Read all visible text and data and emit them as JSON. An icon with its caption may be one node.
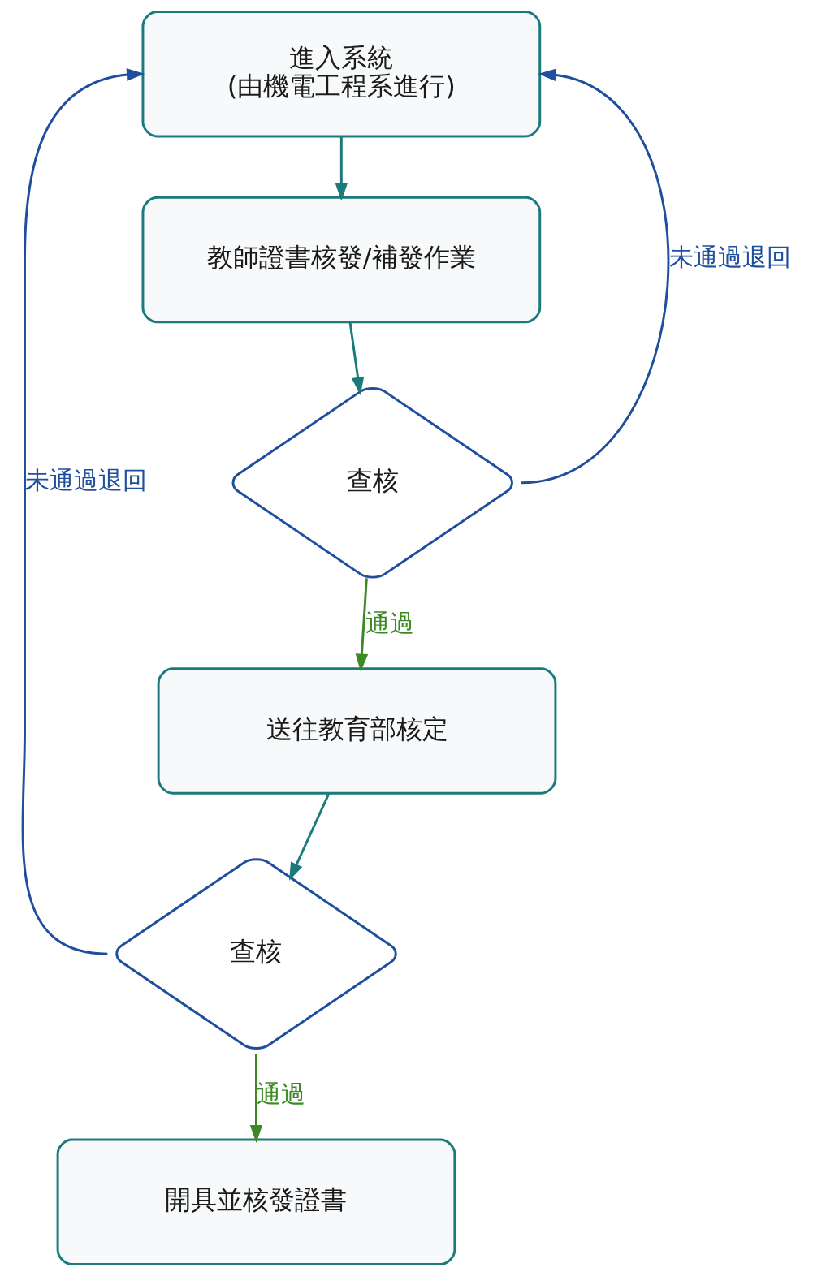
{
  "diagram": {
    "nodes": [
      {
        "text": [
          "進入系統",
          "(由機電工程系進行)"
        ]
      },
      {
        "text": [
          "教師證書核發/補發作業"
        ]
      },
      {
        "text": [
          "查核"
        ]
      },
      {
        "text": [
          "送往教育部核定"
        ]
      },
      {
        "text": [
          "查核"
        ]
      },
      {
        "text": [
          "開具並核發證書"
        ]
      }
    ],
    "edges": [
      {
        "from": 0,
        "to": 1,
        "arrow": "to"
      },
      {
        "from": 1,
        "to": 2,
        "arrow": "to"
      },
      {
        "from": 2,
        "to": 3,
        "label": "通過",
        "arrow": "to",
        "color": "#3d8a24"
      },
      {
        "from": 2,
        "to": 0,
        "label": "未通過退回",
        "arrow": "to",
        "color": "#1f4e9c"
      },
      {
        "from": 3,
        "to": 4,
        "arrow": "to"
      },
      {
        "from": 4,
        "to": 5,
        "label": "通過",
        "arrow": "to",
        "color": "#3d8a24"
      },
      {
        "from": 4,
        "to": 0,
        "label": "未通過退回",
        "arrow": "to",
        "color": "#1f4e9c"
      }
    ]
  }
}
